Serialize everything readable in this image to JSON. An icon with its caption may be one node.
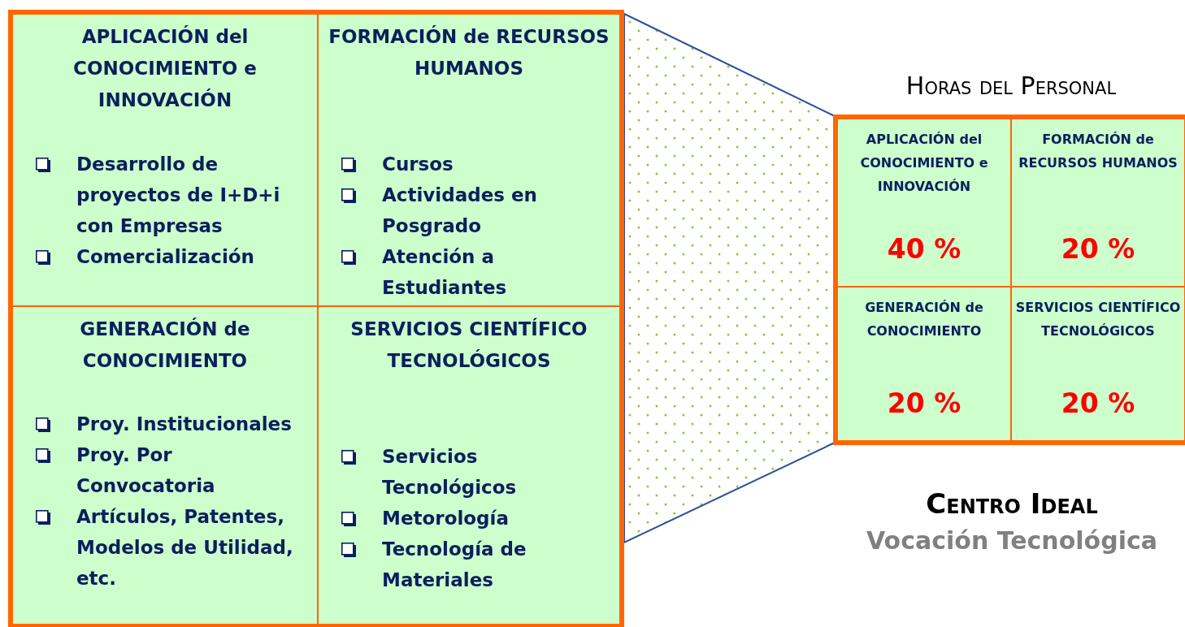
{
  "diagram": {
    "title": "Centro Ideal",
    "nodes": [
      {
        "text": [],
        "shape": "box"
      },
      {
        "text": [
          "APLICACIÓN del CONOCIMIENTO e INNOVACIÓN",
          "Desarrollo de proyectos de I+D+i con Empresas",
          "Comercialización"
        ],
        "in": 0
      },
      {
        "text": [
          "FORMACIÓN de RECURSOS HUMANOS",
          "Cursos",
          "Actividades en Posgrado",
          "Atención a Estudiantes"
        ],
        "in": 0
      },
      {
        "text": [
          "GENERACIÓN de CONOCIMIENTO",
          "Proy. Institucionales",
          "Proy. Por Convocatoria",
          "Artículos, Patentes, Modelos de Utilidad, etc."
        ],
        "in": 0
      },
      {
        "text": [
          "SERVICIOS CIENTÍFICO TECNOLÓGICOS",
          "Servicios Tecnológicos",
          "Metorología",
          "Tecnología de Materiales"
        ],
        "in": 0
      },
      {
        "text": [
          "Horas del Personal"
        ]
      },
      {
        "text": [
          "APLICACIÓN del CONOCIMIENTO e INNOVACIÓN",
          "40 %"
        ],
        "in": 5
      },
      {
        "text": [
          "FORMACIÓN de RECURSOS HUMANOS",
          "20 %"
        ],
        "in": 5
      },
      {
        "text": [
          "GENERACIÓN de CONOCIMIENTO",
          "20 %"
        ],
        "in": 5
      },
      {
        "text": [
          "SERVICIOS CIENTÍFICO TECNOLÓGICOS",
          "20 %"
        ],
        "in": 5
      }
    ],
    "labels": [
      "Vocación Tecnológica"
    ]
  }
}
